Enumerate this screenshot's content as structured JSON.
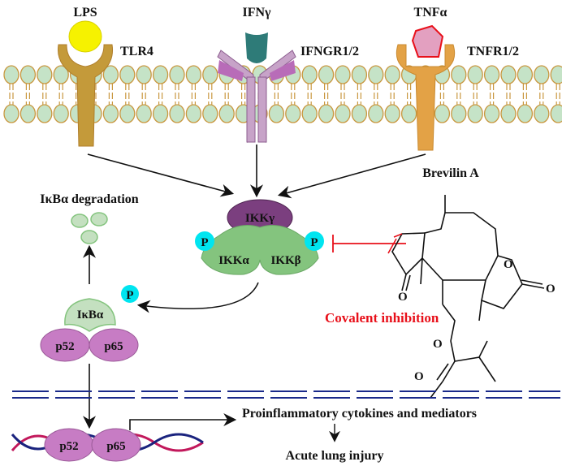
{
  "ligands": {
    "lps": "LPS",
    "ifn": "IFNγ",
    "tnf": "TNFα"
  },
  "receptors": {
    "tlr4": "TLR4",
    "ifngr": "IFNGR1/2",
    "tnfr": "TNFR1/2"
  },
  "ikk": {
    "gamma": "IKKγ",
    "alpha": "IKKα",
    "beta": "IKKβ",
    "phospho": "P"
  },
  "compound": {
    "name": "Brevilin A"
  },
  "inhibition_label": "Covalent inhibition",
  "ikba": {
    "label": "IκBα",
    "degradation": "IκBα degradation",
    "phospho": "P"
  },
  "nfkb": {
    "p52": "p52",
    "p65": "p65"
  },
  "outcomes": {
    "cytokines": "Proinflammatory cytokines and mediators",
    "injury": "Acute lung injury"
  },
  "colors": {
    "inhibition": "#e8101a",
    "phospho": "#00e5f0",
    "ikk_gamma": "#7b3f7f",
    "ikk_body": "#84c47e",
    "nfkb": "#c77cc4"
  }
}
